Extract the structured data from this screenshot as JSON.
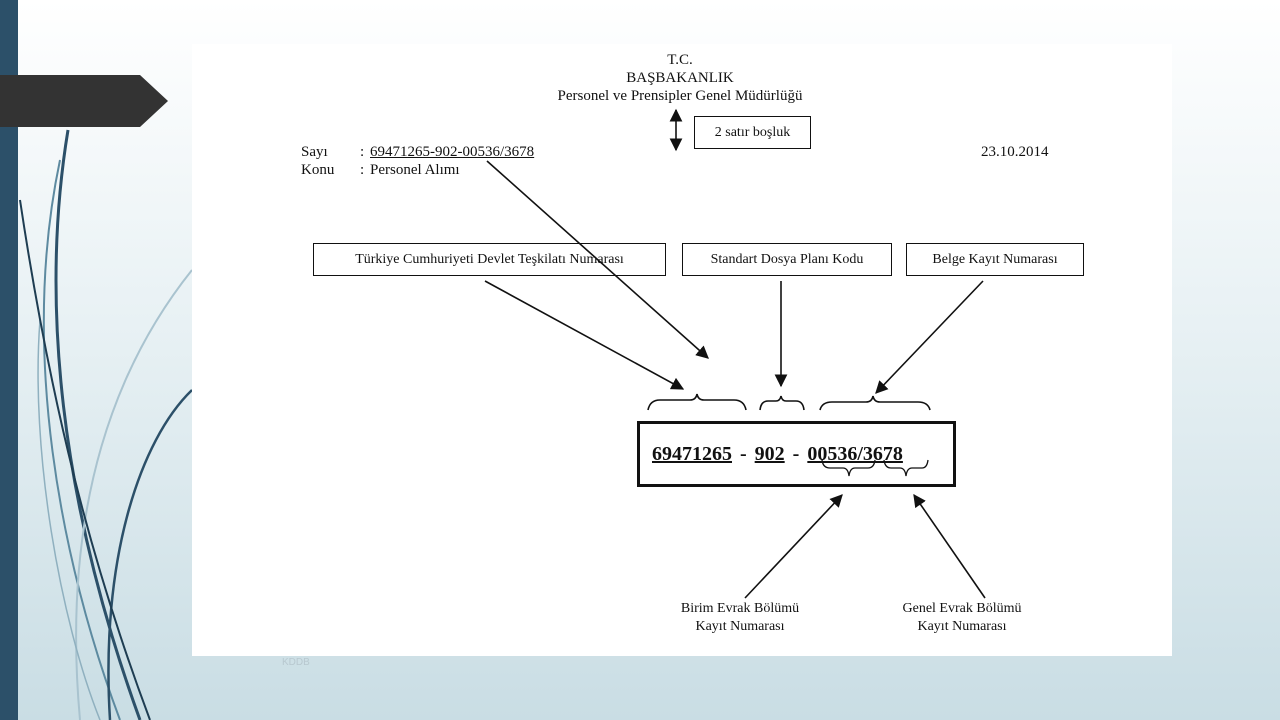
{
  "header": {
    "line1": "T.C.",
    "line2": "BAŞBAKANLIK",
    "line3": "Personel ve Prensipler Genel Müdürlüğü"
  },
  "spacing_note": "2 satır boşluk",
  "meta": {
    "sayi_label": "Sayı",
    "sayi_value": "69471265-902-00536/3678",
    "konu_label": "Konu",
    "konu_value": "Personel Alımı",
    "colon": ":",
    "date": "23.10.2014"
  },
  "boxes": {
    "teskilat": "Türkiye Cumhuriyeti Devlet Teşkilatı Numarası",
    "dosya": "Standart Dosya Planı Kodu",
    "belge": "Belge Kayıt Numarası"
  },
  "number": {
    "part1": "69471265",
    "dash": "-",
    "part2": "902",
    "part3": "00536/3678"
  },
  "bottom_labels": {
    "birim_line1": "Birim Evrak Bölümü",
    "birim_line2": "Kayıt Numarası",
    "genel_line1": "Genel Evrak Bölümü",
    "genel_line2": "Kayıt Numarası"
  },
  "footer": "KDDB"
}
